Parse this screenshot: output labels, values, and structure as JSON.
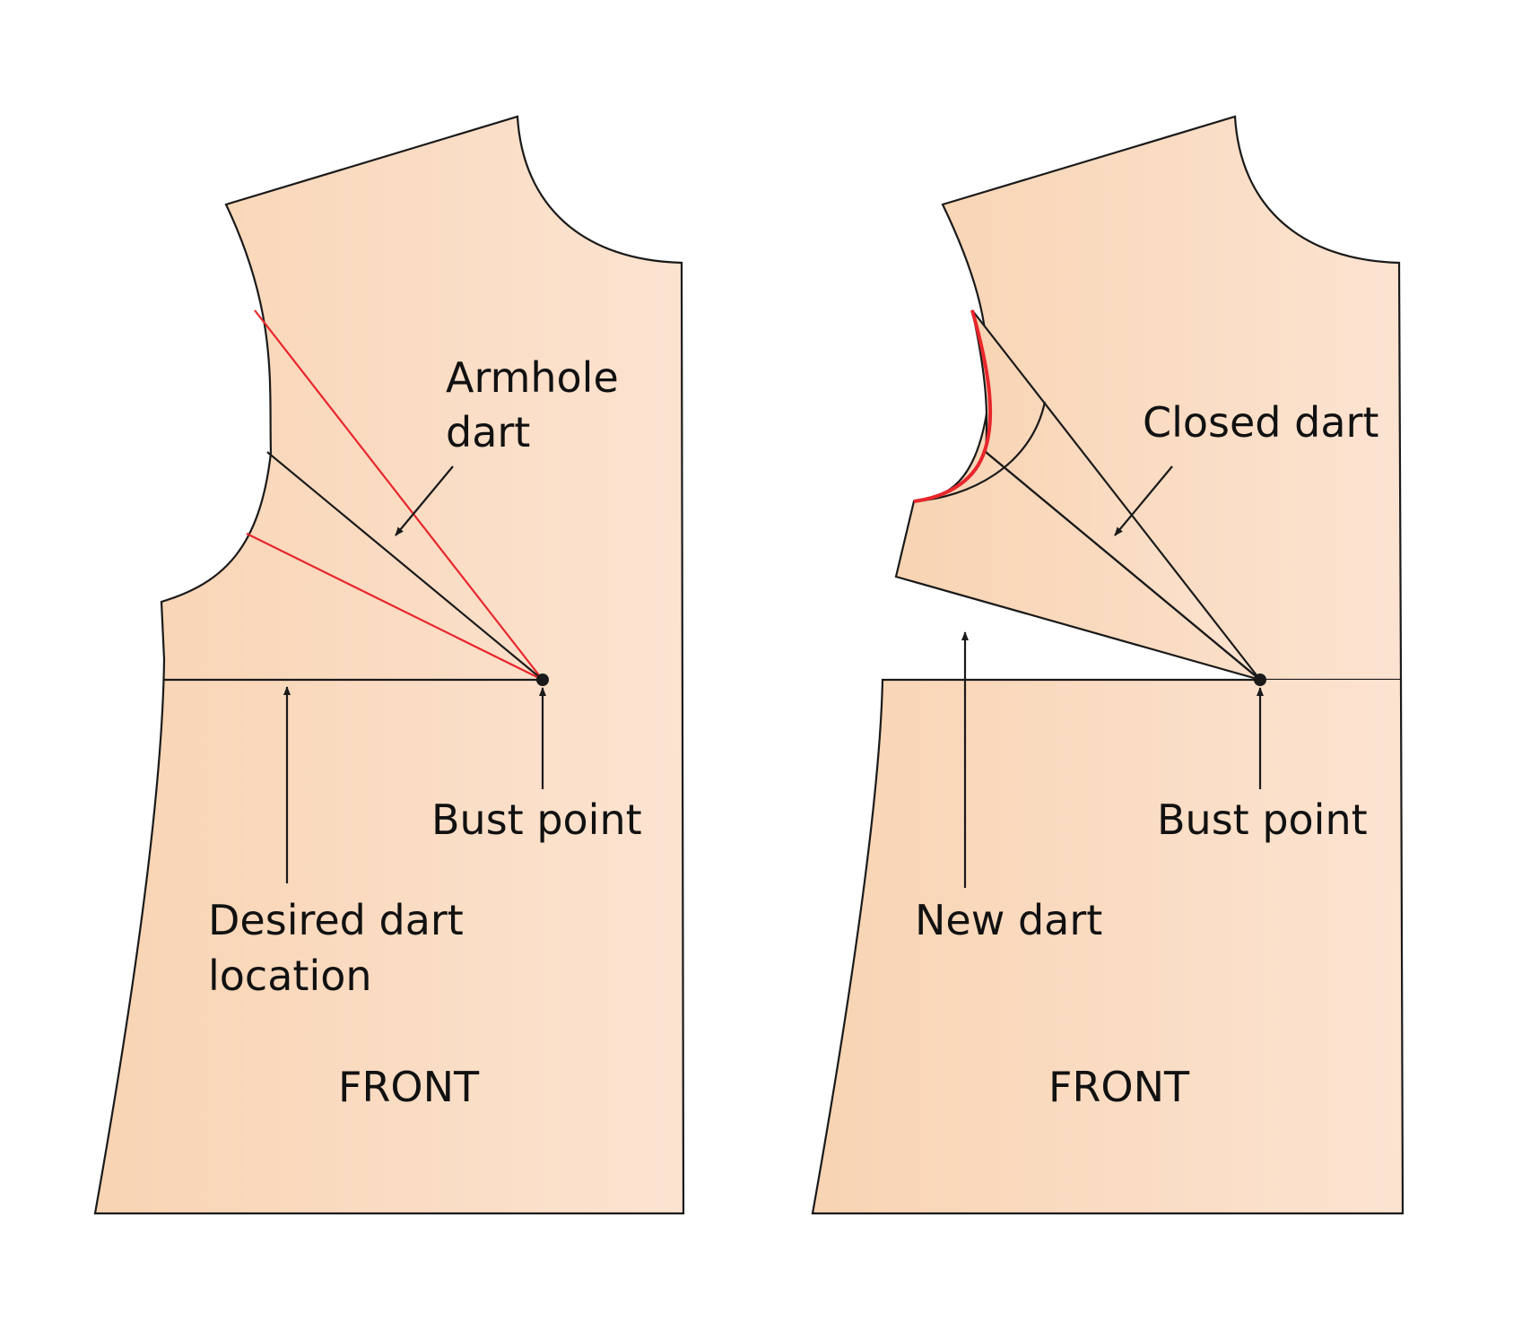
{
  "colors": {
    "fabric_light": "#fce3d1",
    "fabric_dark": "#f8d4b3",
    "outline": "#1a1a1a",
    "dart_red": "#e8262c",
    "background": "#ffffff"
  },
  "left_panel": {
    "label_armhole_line1": "Armhole",
    "label_armhole_line2": "dart",
    "label_bust": "Bust point",
    "label_desired_line1": "Desired dart",
    "label_desired_line2": "location",
    "label_front": "FRONT"
  },
  "right_panel": {
    "label_closed": "Closed dart",
    "label_bust": "Bust point",
    "label_new": "New dart",
    "label_front": "FRONT"
  }
}
